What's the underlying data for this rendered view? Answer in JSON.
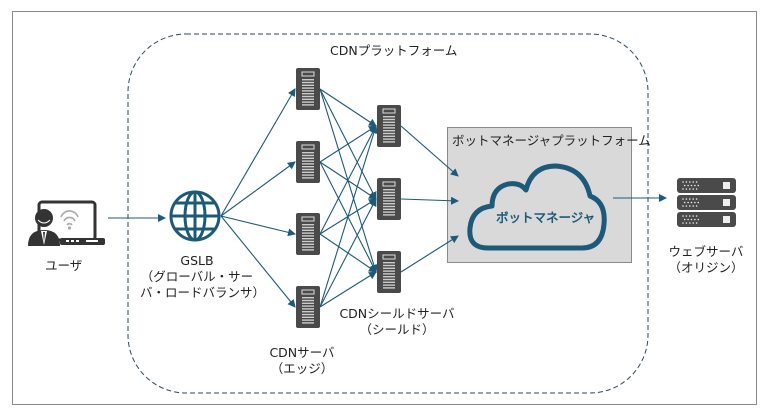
{
  "diagram": {
    "cdn_platform": {
      "label": "CDNプラットフォーム"
    },
    "user": {
      "label": "ユーザ",
      "icon": "user-laptop-wifi-icon"
    },
    "gslb": {
      "label_line1": "GSLB",
      "label_line2": "（グローバル・サー",
      "label_line3": "バ・ロードバランサ）",
      "icon": "globe-icon"
    },
    "edge_servers": {
      "count": 4,
      "label_line1": "CDNサーバ",
      "label_line2": "（エッジ）",
      "icon": "server-tower-icon"
    },
    "shield_servers": {
      "count": 3,
      "label_line1": "CDNシールドサーバ",
      "label_line2": "（シールド）",
      "icon": "server-tower-icon"
    },
    "bot_platform": {
      "label": "ボットマネージャプラットフォーム",
      "cloud_label": "ボットマネージャ",
      "icon": "cloud-icon"
    },
    "origin": {
      "label_line1": "ウェブサーバ",
      "label_line2": "（オリジン）",
      "icon": "server-rack-icon"
    },
    "connections": [
      {
        "from": "user",
        "to": "gslb"
      },
      {
        "from": "gslb",
        "to": "edge-1"
      },
      {
        "from": "gslb",
        "to": "edge-2"
      },
      {
        "from": "gslb",
        "to": "edge-3"
      },
      {
        "from": "gslb",
        "to": "edge-4"
      },
      {
        "from": "edge-all",
        "to": "shield-all",
        "type": "full-mesh"
      },
      {
        "from": "shield-1",
        "to": "bot-platform"
      },
      {
        "from": "shield-2",
        "to": "bot-platform"
      },
      {
        "from": "shield-3",
        "to": "bot-platform"
      },
      {
        "from": "bot-platform",
        "to": "origin"
      }
    ],
    "colors": {
      "arrow": "#1d5a7a",
      "dashed_border": "#2e4a5e",
      "server": "#4a4a4a",
      "cloud": "#1d5a7a",
      "bot_box": "#d9d9d9",
      "frame": "#8a8a8a"
    }
  }
}
